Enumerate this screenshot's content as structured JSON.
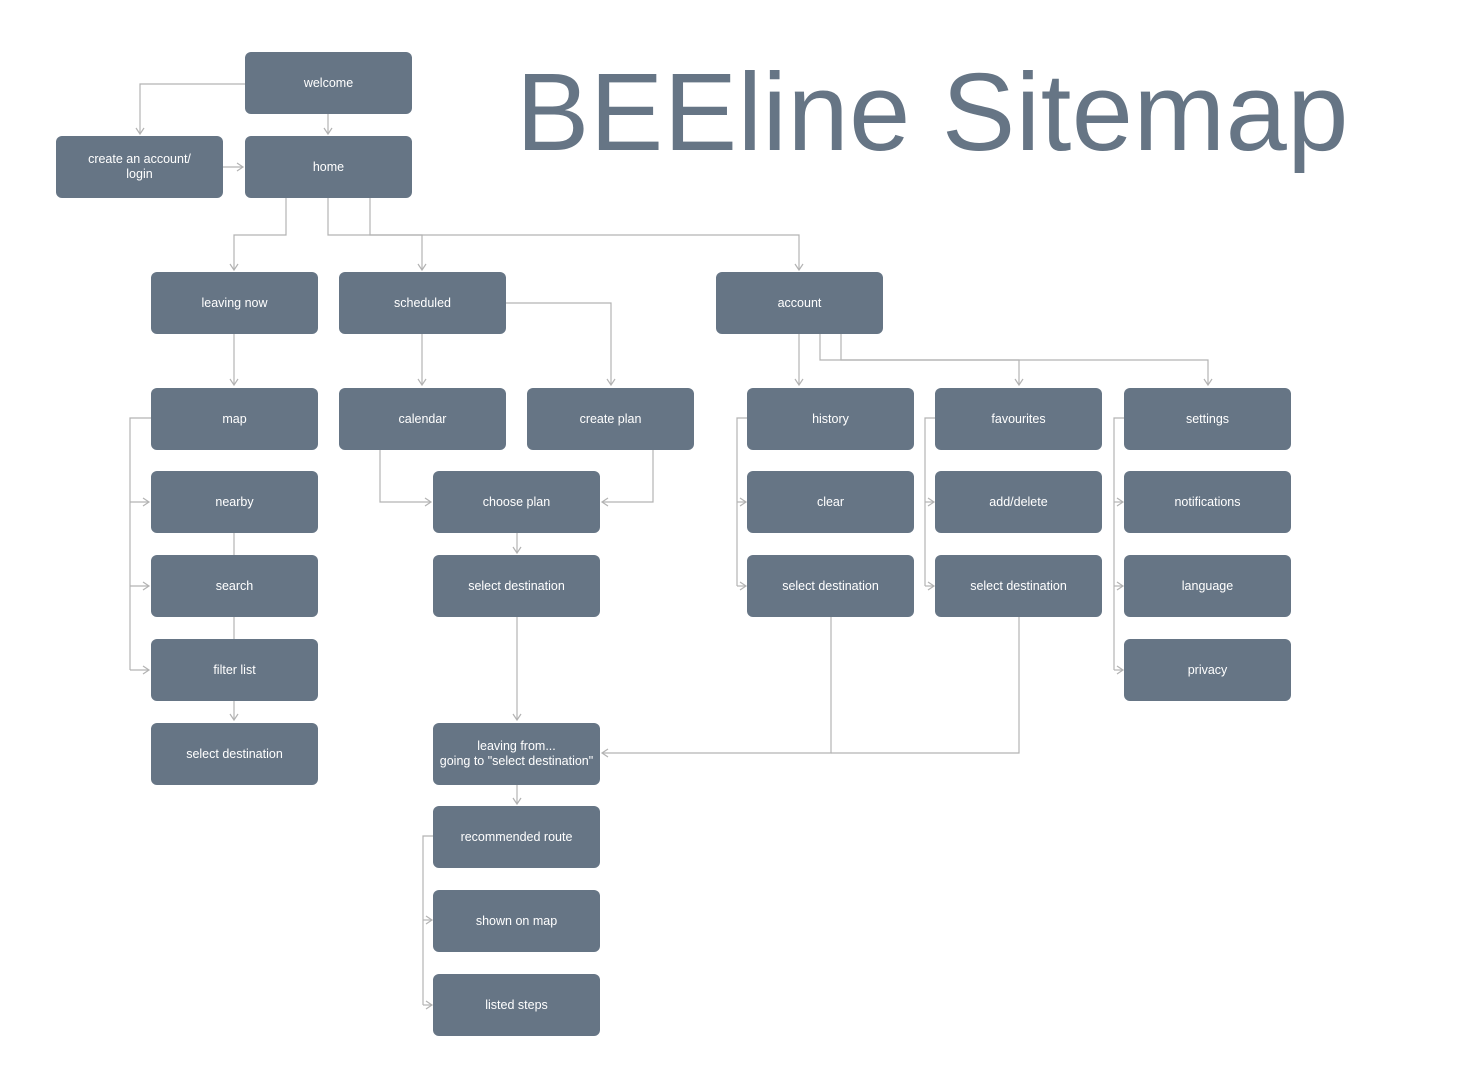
{
  "title": "BEEline Sitemap",
  "colors": {
    "node_fill": "#667585",
    "node_text": "#ffffff",
    "connector": "#b3b3b3",
    "title": "#667585"
  },
  "nodes": {
    "welcome": "welcome",
    "create_account": "create an account/\nlogin",
    "home": "home",
    "leaving_now": "leaving now",
    "scheduled": "scheduled",
    "account": "account",
    "map": "map",
    "nearby": "nearby",
    "search": "search",
    "filter_list": "filter list",
    "select_destination_1": "select destination",
    "calendar": "calendar",
    "create_plan": "create plan",
    "choose_plan": "choose plan",
    "select_destination_2": "select destination",
    "leaving_from": "leaving from...\ngoing to \"select destination\"",
    "recommended_route": "recommended route",
    "shown_on_map": "shown on map",
    "listed_steps": "listed steps",
    "history": "history",
    "clear": "clear",
    "select_destination_3": "select destination",
    "favourites": "favourites",
    "add_delete": "add/delete",
    "select_destination_4": "select destination",
    "settings": "settings",
    "notifications": "notifications",
    "language": "language",
    "privacy": "privacy"
  }
}
